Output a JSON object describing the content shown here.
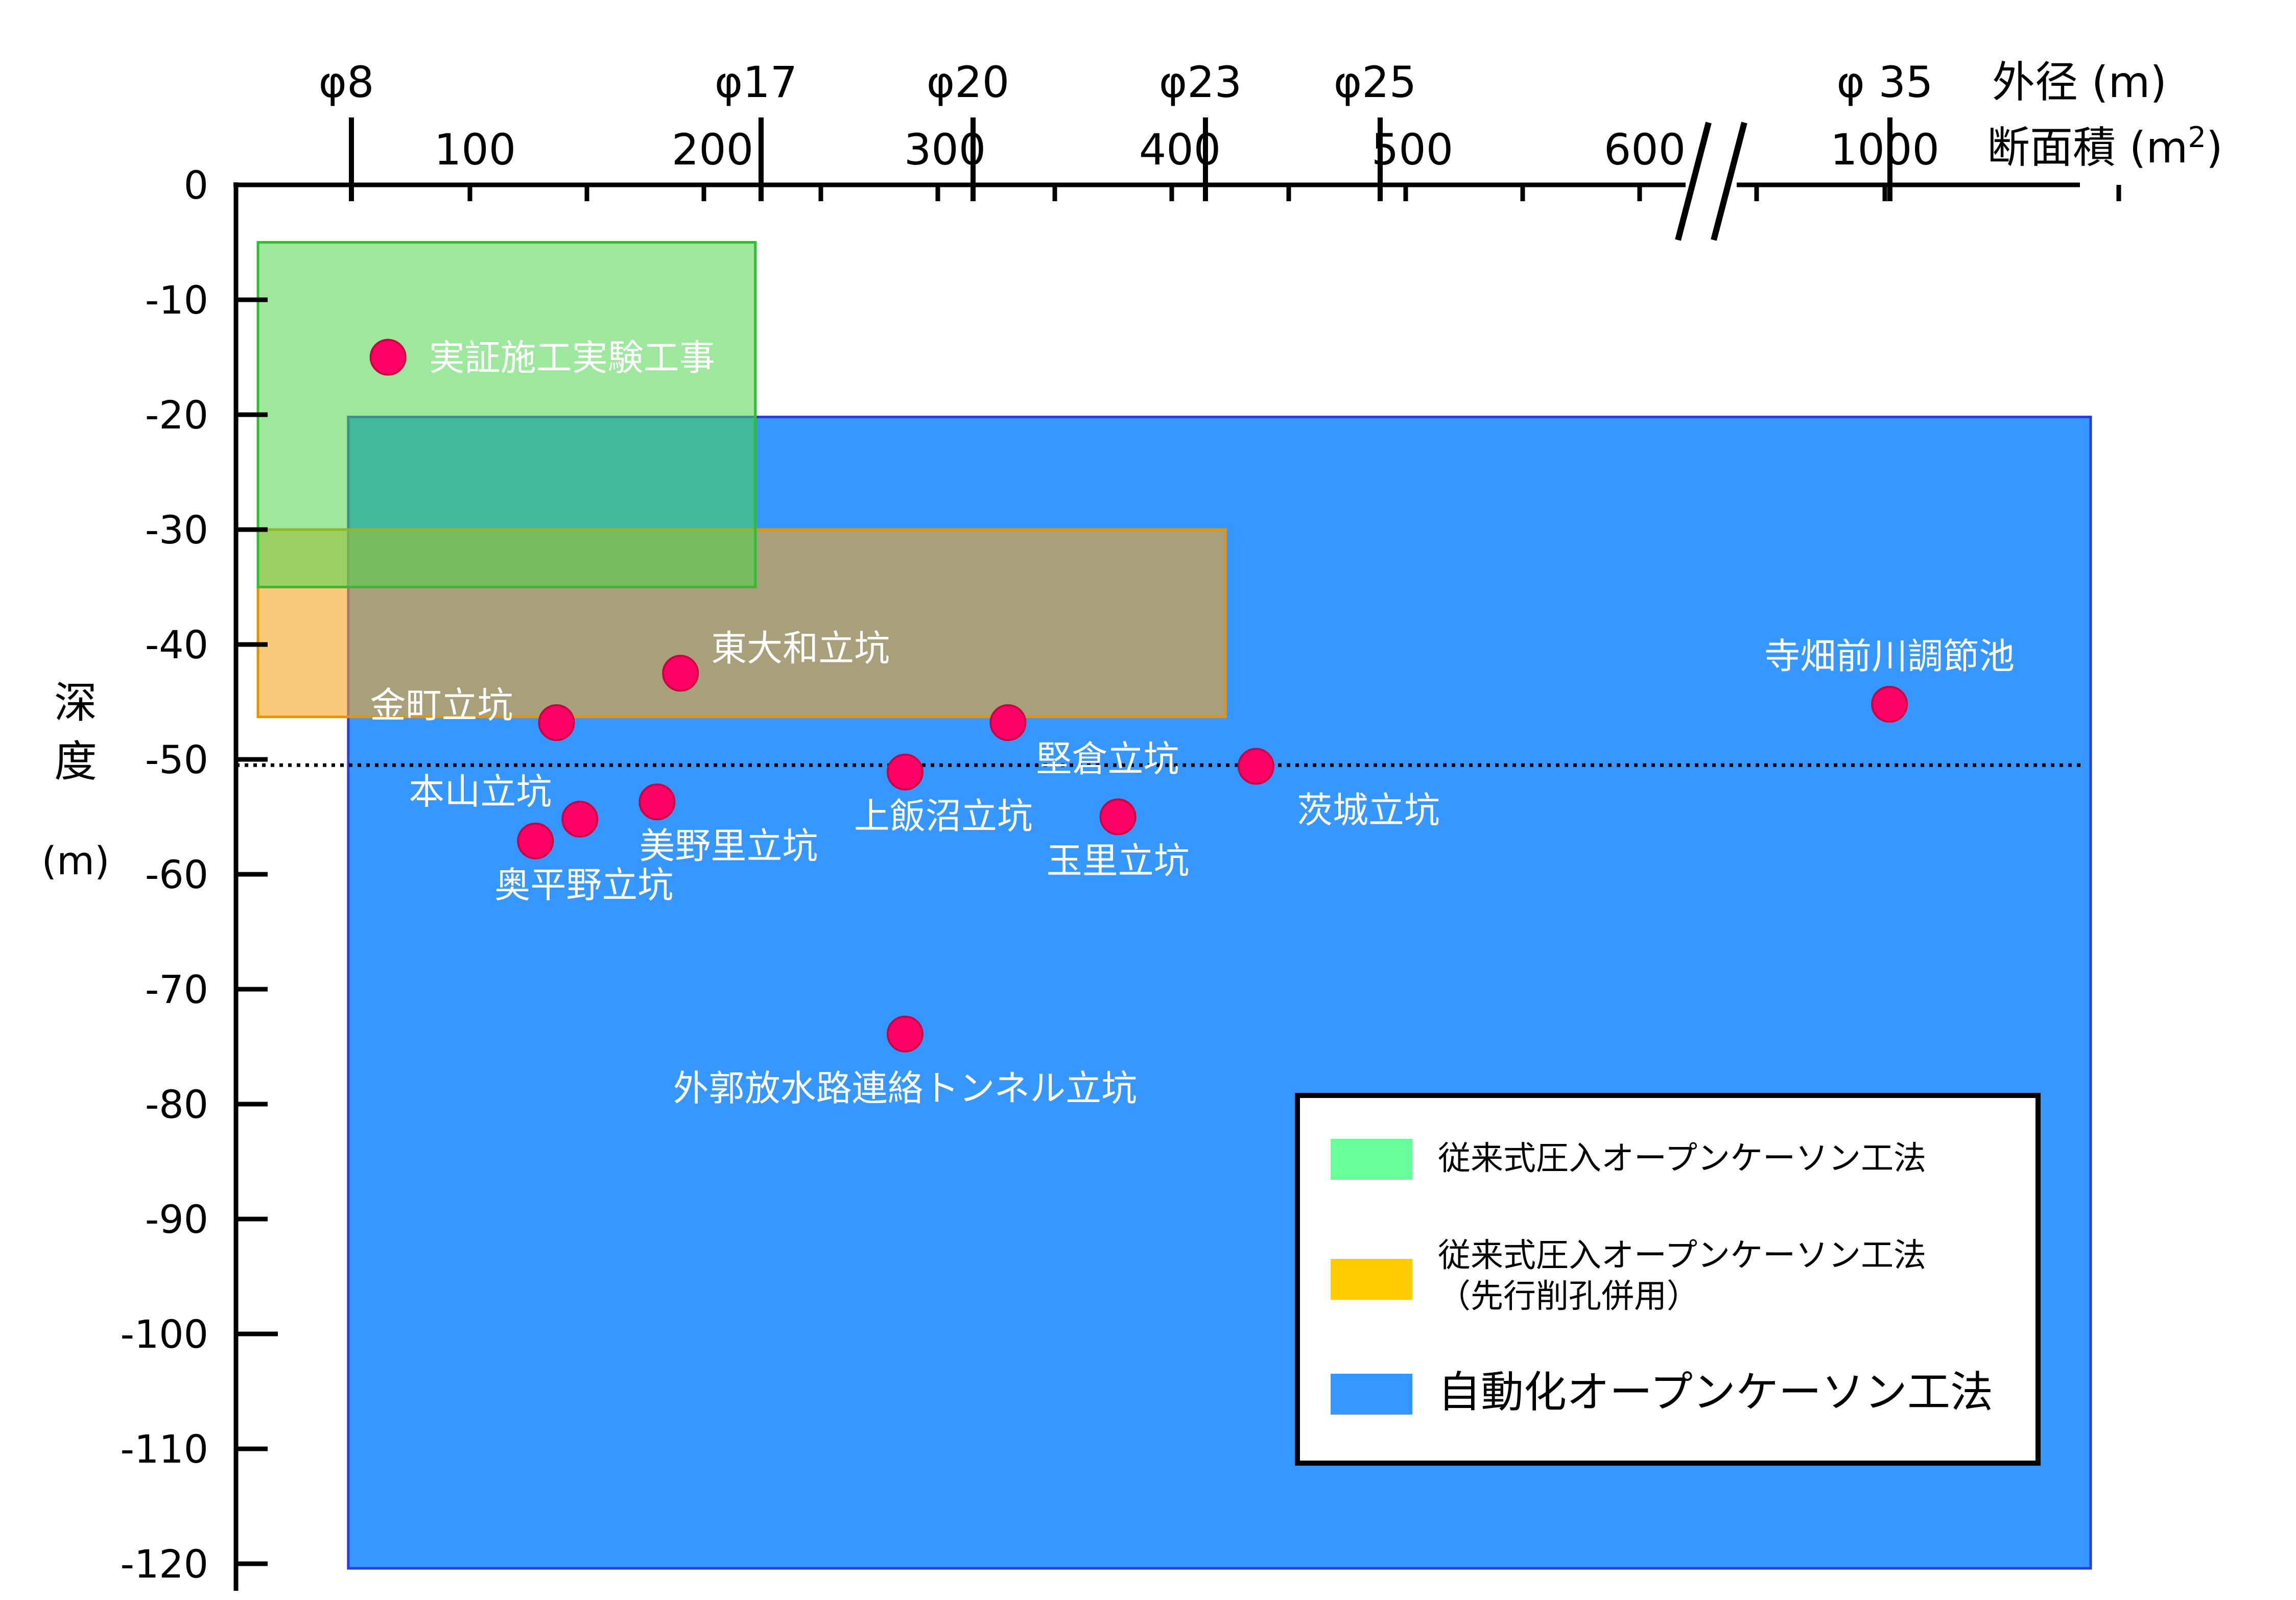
{
  "chart_data": {
    "type": "scatter",
    "title": "",
    "y_axis": {
      "label_chars": [
        "深",
        "度"
      ],
      "label_unit": "(m)",
      "ticks": [
        0,
        -10,
        -20,
        -30,
        -40,
        -50,
        -60,
        -70,
        -80,
        -90,
        -100,
        -110,
        -120
      ],
      "tick_labels": [
        "0",
        "-10",
        "-20",
        "-30",
        "-40",
        "-50",
        "-60",
        "-70",
        "-80",
        "-90",
        "-100",
        "-110",
        "-120"
      ],
      "range": [
        0,
        -122
      ]
    },
    "area_axis": {
      "label": "断面積 (m",
      "label_sup": "2",
      "label_close": ")",
      "ticks": [
        100,
        200,
        300,
        400,
        500,
        600,
        1000
      ],
      "tick_labels": [
        "100",
        "200",
        "300",
        "400",
        "500",
        "600",
        "1000"
      ],
      "break_between": [
        600,
        1000
      ]
    },
    "diameter_axis": {
      "label": "外径 (m)",
      "ticks": [
        8,
        17,
        20,
        23,
        25,
        35
      ],
      "tick_labels": [
        "φ8",
        "φ17",
        "φ20",
        "φ23",
        "φ25",
        "φ 35"
      ]
    },
    "reference_line": {
      "depth": -50.5,
      "style": "dotted"
    },
    "regions": [
      {
        "name": "従来式圧入オープンケーソン工法",
        "area_from": 0,
        "area_to": 222,
        "depth_from": -5,
        "depth_to": -35,
        "fill": "#4dd64d",
        "stroke": "#33bb33",
        "opacity": 0.55
      },
      {
        "name": "従来式圧入オープンケーソン工法（先行削孔併用）",
        "area_from": 0,
        "area_to": 423,
        "depth_from": -30,
        "depth_to": -46.3,
        "fill": "#f5a623",
        "stroke": "#e59400",
        "opacity": 0.6
      },
      {
        "name": "自動化オープンケーソン工法",
        "area_from": 48,
        "area_to": 1088,
        "depth_from": -20.2,
        "depth_to": -120.4,
        "fill": "#3597ff",
        "stroke": "#2a3fd6",
        "opacity": 1.0
      }
    ],
    "points": [
      {
        "label": "実証施工実験工事",
        "area": 65,
        "depth": -15
      },
      {
        "label": "東大和立坑",
        "area": 190,
        "depth": -42.5
      },
      {
        "label": "金町立坑",
        "area": 137,
        "depth": -46.8
      },
      {
        "label": "本山立坑",
        "area": 147,
        "depth": -55.2
      },
      {
        "label": "奥平野立坑",
        "area": 128,
        "depth": -57.1
      },
      {
        "label": "美野里立坑",
        "area": 180,
        "depth": -53.7
      },
      {
        "label": "上飯沼立坑",
        "area": 286,
        "depth": -51.1
      },
      {
        "label": "堅倉立坑",
        "area": 330,
        "depth": -46.8
      },
      {
        "label": "玉里立坑",
        "area": 377,
        "depth": -55
      },
      {
        "label": "茨城立坑",
        "area": 436,
        "depth": -50.6
      },
      {
        "label": "外郭放水路連絡トンネル立坑",
        "area": 286,
        "depth": -73.9
      },
      {
        "label": "寺畑前川調節池",
        "area": 1002,
        "depth": -45.2
      }
    ],
    "legend": {
      "placement": "bottom-right",
      "items": [
        {
          "swatch": "#66ff99",
          "lines": [
            "従来式圧入オープンケーソン工法"
          ]
        },
        {
          "swatch": "#ffcc00",
          "lines": [
            "従来式圧入オープンケーソン工法",
            "（先行削孔併用）"
          ]
        },
        {
          "swatch": "#3597ff",
          "lines": [
            "自動化オープンケーソン工法"
          ]
        }
      ]
    },
    "colors": {
      "point_fill": "#ff0066",
      "point_stroke": "#cc0044",
      "axis": "#000000",
      "label_on_blue": "#ffffff"
    }
  }
}
